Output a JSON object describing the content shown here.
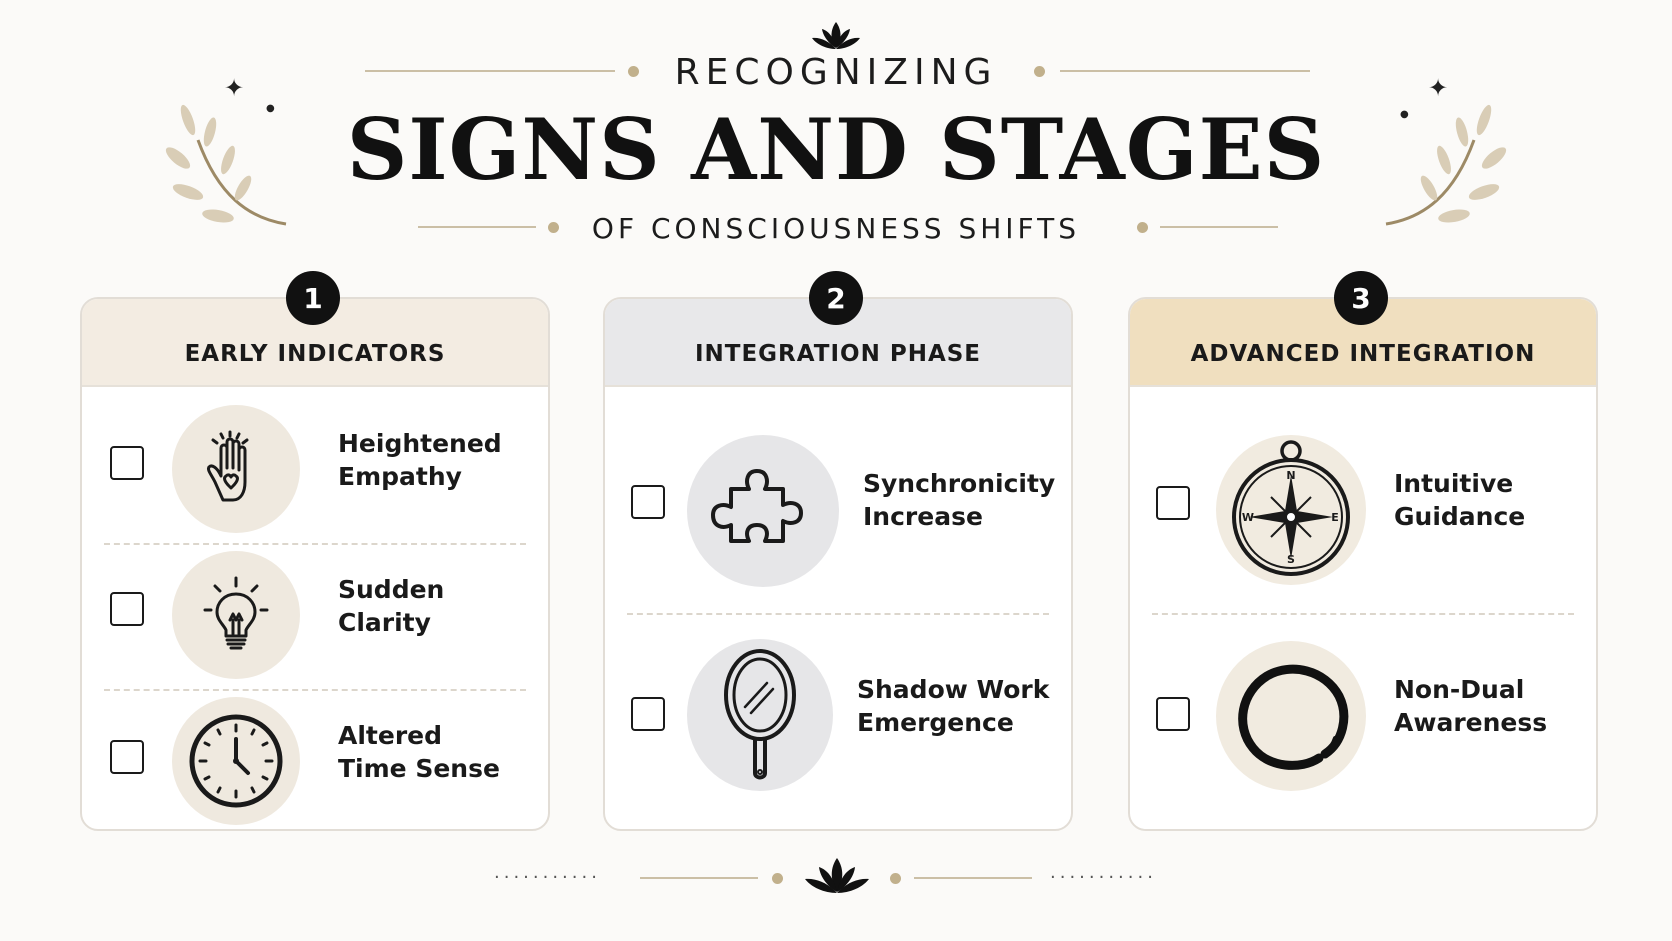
{
  "header": {
    "line1": "RECOGNIZING",
    "line2": "SIGNS AND STAGES",
    "line3": "OF CONSCIOUSNESS SHIFTS",
    "top_icon": "lotus-icon",
    "side_icons": [
      "laurel-icon",
      "sparkle-icon"
    ]
  },
  "colors": {
    "accent_gold": "#c1b08c",
    "card1_head": "#f3ece2",
    "card2_head": "#e8e8ea",
    "card3_head": "#f0dfbf",
    "card1_icon_bg": "#efe9df",
    "card2_icon_bg": "#e6e6e8",
    "card3_icon_bg": "#f1ebe0"
  },
  "stages": [
    {
      "number": "1",
      "title": "EARLY INDICATORS",
      "items": [
        {
          "label": "Heightened\nEmpathy",
          "icon": "hand-heart-icon",
          "checked": false
        },
        {
          "label": "Sudden\nClarity",
          "icon": "lightbulb-icon",
          "checked": false
        },
        {
          "label": "Altered\nTime Sense",
          "icon": "clock-icon",
          "checked": false
        }
      ]
    },
    {
      "number": "2",
      "title": "INTEGRATION PHASE",
      "items": [
        {
          "label": "Synchronicity\nIncrease",
          "icon": "puzzle-piece-icon",
          "checked": false
        },
        {
          "label": "Shadow Work\nEmergence",
          "icon": "hand-mirror-icon",
          "checked": false
        }
      ]
    },
    {
      "number": "3",
      "title": "ADVANCED INTEGRATION",
      "items": [
        {
          "label": "Intuitive\nGuidance",
          "icon": "compass-icon",
          "checked": false,
          "compass": {
            "n": "N",
            "e": "E",
            "s": "S",
            "w": "W"
          }
        },
        {
          "label": "Non-Dual\nAwareness",
          "icon": "enso-circle-icon",
          "checked": false
        }
      ]
    }
  ],
  "footer": {
    "icon": "lotus-icon",
    "dots_left": "...........",
    "dots_right": "..........."
  }
}
